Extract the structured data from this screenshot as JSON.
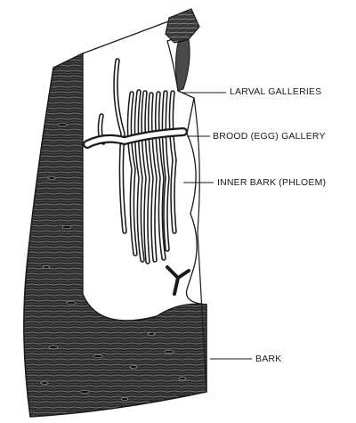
{
  "labels": {
    "larval_galleries": "LARVAL GALLERIES",
    "brood_gallery": "BROOD (EGG) GALLERY",
    "inner_bark": "INNER BARK (PHLOEM)",
    "bark": "BARK"
  },
  "colors": {
    "ink": "#1a1a1a",
    "bark_dark": "#262626",
    "phloem": "#ffffff",
    "background": "#ffffff"
  }
}
